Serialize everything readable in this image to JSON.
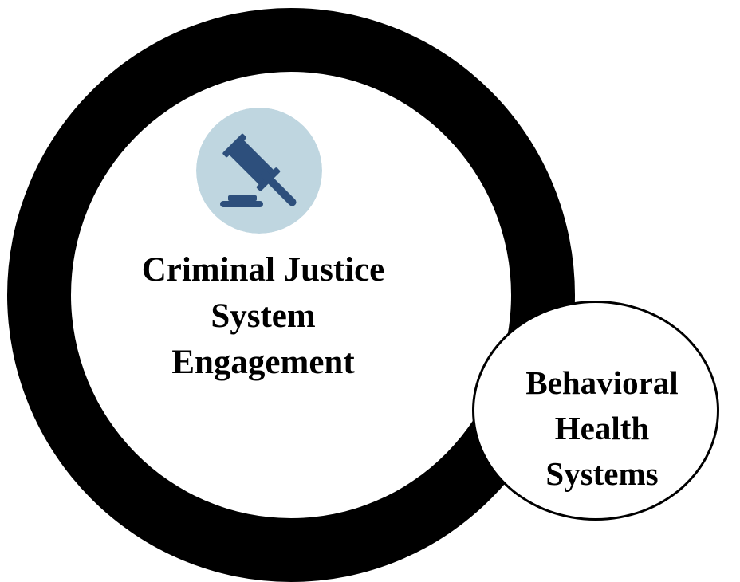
{
  "diagram": {
    "outer_circle": {
      "label_lines": [
        "Criminal Justice",
        "System",
        "Engagement"
      ],
      "icon": "gavel-icon",
      "ring_color": "#000000",
      "icon_background_color": "#bfd6e0",
      "icon_color": "#2d4f7c"
    },
    "side_circle": {
      "label_lines": [
        "Behavioral",
        "Health",
        "Systems"
      ],
      "border_color": "#000000"
    }
  }
}
